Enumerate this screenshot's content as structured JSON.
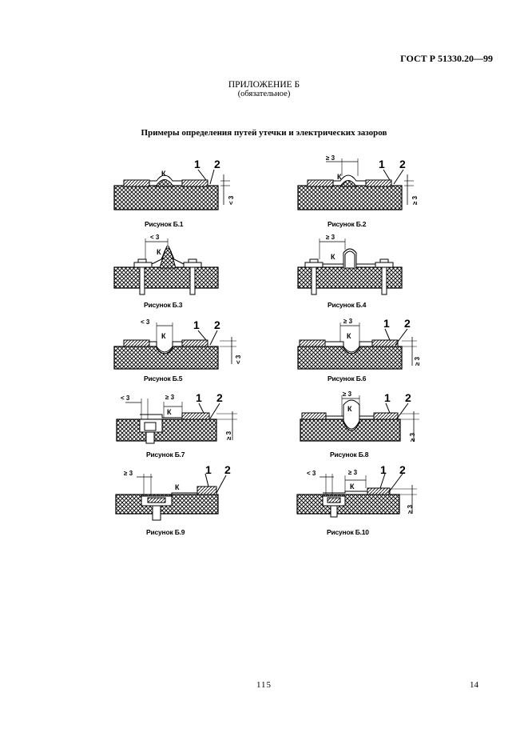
{
  "header": {
    "standard": "ГОСТ Р 51330.20—99"
  },
  "appendix": {
    "title": "ПРИЛОЖЕНИЕ Б",
    "subtitle": "(обязательное)"
  },
  "section_title": "Примеры определения путей утечки и электрических зазоров",
  "figures": [
    {
      "caption": "Рисунок Б.1",
      "labels": [
        "К",
        "1",
        "2",
        "< 3"
      ]
    },
    {
      "caption": "Рисунок Б.2",
      "labels": [
        "≥ 3",
        "К",
        "1",
        "2",
        "≥ 3"
      ]
    },
    {
      "caption": "Рисунок Б.3",
      "labels": [
        "< 3",
        "К"
      ]
    },
    {
      "caption": "Рисунок Б.4",
      "labels": [
        "≥ 3",
        "К"
      ]
    },
    {
      "caption": "Рисунок Б.5",
      "labels": [
        "< 3",
        "К",
        "1",
        "2",
        "< 3"
      ]
    },
    {
      "caption": "Рисунок Б.6",
      "labels": [
        "≥ 3",
        "К",
        "1",
        "2",
        "≥ 3"
      ]
    },
    {
      "caption": "Рисунок Б.7",
      "labels": [
        "< 3",
        "≥ 3",
        "К",
        "1",
        "2",
        "≥ 3"
      ]
    },
    {
      "caption": "Рисунок Б.8",
      "labels": [
        "≥ 3",
        "К",
        "1",
        "2",
        "≥ 3"
      ]
    },
    {
      "caption": "Рисунок Б.9",
      "labels": [
        "≥ 3",
        "К",
        "1",
        "2"
      ]
    },
    {
      "caption": "Рисунок Б.10",
      "labels": [
        "< 3",
        "≥ 3",
        "К",
        "1",
        "2",
        "≥ 3"
      ]
    }
  ],
  "page_numbers": {
    "center": "115",
    "right": "14"
  }
}
